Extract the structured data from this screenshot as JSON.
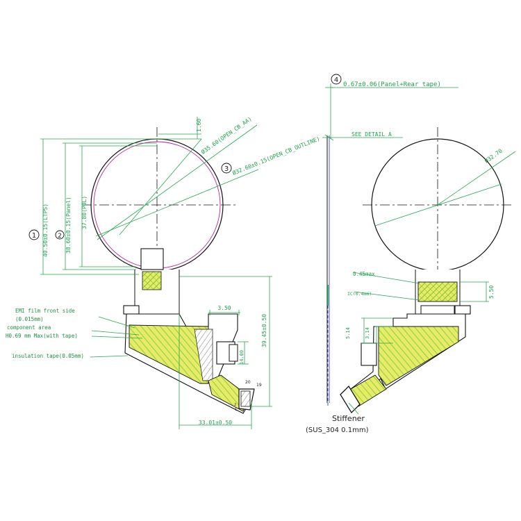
{
  "colors": {
    "dimension": "#21a84d",
    "outline": "#111111",
    "hatch_fill": "#e6ec66",
    "hatch_line": "#9bcf4e",
    "lcd_edge": "#c0209a"
  },
  "front_view": {
    "dimensions": {
      "top_offset": "1.60",
      "outer_diameter": "Ø35.60(OPEN_CB_AA)",
      "inner_diameter": "Ø32.60±0.15(OPEN_CB_OUTLINE)",
      "height_tp": "40.50±0.15(LTPS)",
      "height_panel": "38.60±0.15(Panel)",
      "height_aa": "37.80(POL)",
      "fpc_length": "39.45±0.50",
      "fpc_width": "3.50",
      "connector_height": "14.00",
      "bottom_width": "33.01±0.50",
      "pin_first": "20",
      "pin_last": "19",
      "pin_a": "2",
      "pin_b": "1"
    },
    "callouts": {
      "c1": "1",
      "c2": "2",
      "c3": "3"
    },
    "labels": {
      "emi_film_line1": "EMI film front side",
      "emi_film_line2": "(0.015mm)",
      "component_area": "component area",
      "component_height": "H0.69 mm Max(with tape)",
      "insulation_tape": "insulation tape(0.05mm)"
    }
  },
  "side_view": {
    "callout": "4",
    "thickness": "0.67±0.06(Panel+Rear tape)",
    "see_detail": "SEE DETAIL A"
  },
  "rear_view": {
    "diameter": "Ø32.70",
    "ic_height": "0.45max",
    "ic_label": "IC(0.4mm)",
    "ic_dim": "5.50",
    "stiffener_offset": "3.14",
    "stiffener_offset2": "5.14",
    "stiffener_line1": "Stiffener",
    "stiffener_line2": "(SUS_304  0.1mm)"
  }
}
